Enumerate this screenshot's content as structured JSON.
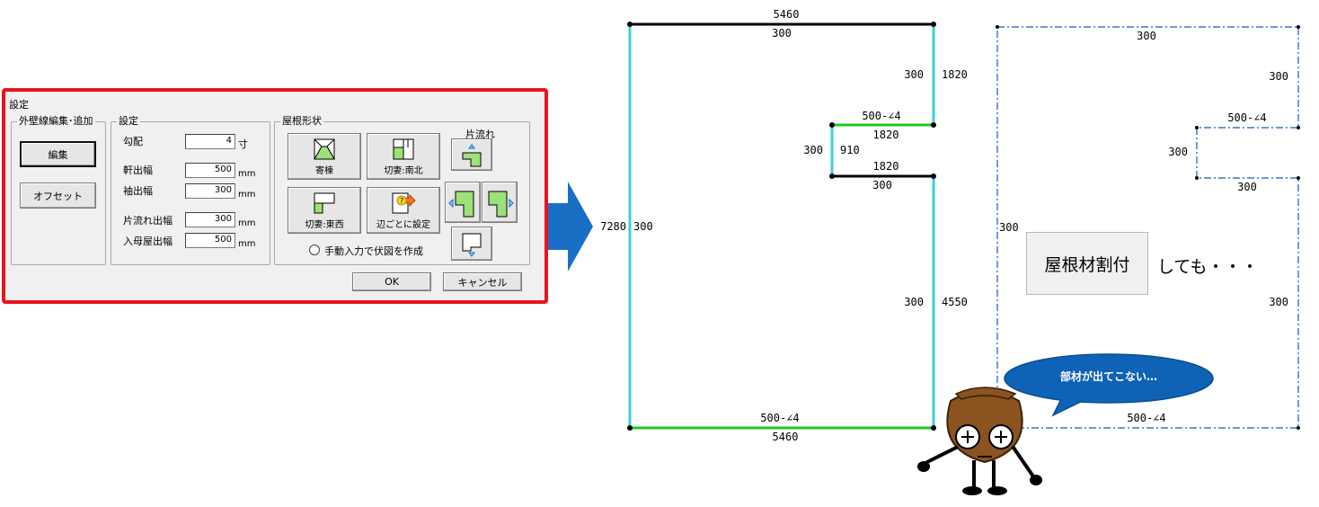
{
  "dialog": {
    "title": "設定",
    "outline_group": {
      "legend": "外壁線編集･追加",
      "edit_button": "編集",
      "offset_button": "オフセット"
    },
    "settings_group": {
      "legend": "設定",
      "pitch": {
        "label": "勾配",
        "value": "4",
        "unit": "寸"
      },
      "eave": {
        "label": "軒出幅",
        "value": "500",
        "unit": "mm"
      },
      "sleeve": {
        "label": "袖出幅",
        "value": "300",
        "unit": "mm"
      },
      "shed": {
        "label": "片流れ出幅",
        "value": "300",
        "unit": "mm"
      },
      "hip_gable": {
        "label": "入母屋出幅",
        "value": "500",
        "unit": "mm"
      }
    },
    "roof_group": {
      "legend": "屋根形状",
      "hip_button": "寄棟",
      "gable_ns_button": "切妻:南北",
      "gable_ew_button": "切妻:東西",
      "per_edge_button": "辺ごとに設定",
      "shed_label": "片流れ",
      "manual_radio": "手動入力で伏図を作成"
    },
    "ok_button": "OK",
    "cancel_button": "キャンセル"
  },
  "plan1": {
    "top_len": "5460",
    "top_off": "300",
    "right_upper_off": "300",
    "right_upper_len": "1820",
    "notch_top_off": "500-∠4",
    "notch_top_len": "1820",
    "notch_side_off": "300",
    "notch_side_len": "910",
    "notch_bottom_len": "1820",
    "notch_bottom_off": "300",
    "left_len": "7280",
    "left_off": "300",
    "right_lower_off": "300",
    "right_lower_len": "4550",
    "bottom_off": "500-∠4",
    "bottom_len": "5460"
  },
  "plan2": {
    "top": "300",
    "right_upper": "300",
    "notch_top": "500-∠4",
    "notch_side": "300",
    "notch_bottom": "300",
    "left": "300",
    "right_lower": "300",
    "bottom": "500-∠4"
  },
  "roof_material_button": "屋根材割付",
  "aside_text": "しても・・・",
  "bubble_text": "部材が出てこない…",
  "colors": {
    "frame": "#e8141c",
    "arrow": "#1a6fc4",
    "wall": "#3fd0cf",
    "eave": "#1ec81e",
    "edge": "#000000",
    "bubble": "#0f63b6",
    "mascot": "#8a5320"
  }
}
